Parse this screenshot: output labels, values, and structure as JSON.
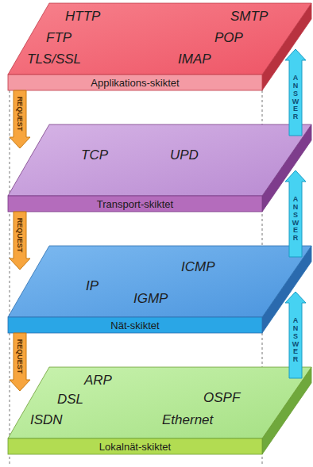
{
  "diagram": {
    "nodes": [
      {
        "text": [
          "HTTP",
          "SMTP",
          "FTP",
          "POP",
          "TLS/SSL",
          "IMAP",
          "Applikations-skiktet"
        ]
      },
      {
        "text": [
          "TCP",
          "UPD",
          "Transport-skiktet"
        ]
      },
      {
        "text": [
          "ICMP",
          "IP",
          "IGMP",
          "Nät-skiktet"
        ]
      },
      {
        "text": [
          "ARP",
          "OSPF",
          "DSL",
          "ISDN",
          "Ethernet",
          "Lokalnät-skiktet"
        ]
      }
    ],
    "edges": [
      {
        "from": 0,
        "to": 1,
        "arrow": "to",
        "label": "REQUEST"
      },
      {
        "from": 1,
        "to": 0,
        "arrow": "to",
        "label": "ANSWER"
      },
      {
        "from": 1,
        "to": 2,
        "arrow": "to",
        "label": "REQUEST"
      },
      {
        "from": 2,
        "to": 1,
        "arrow": "to",
        "label": "ANSWER"
      },
      {
        "from": 2,
        "to": 3,
        "arrow": "to",
        "label": "REQUEST"
      },
      {
        "from": 3,
        "to": 2,
        "arrow": "to",
        "label": "ANSWER"
      }
    ]
  }
}
